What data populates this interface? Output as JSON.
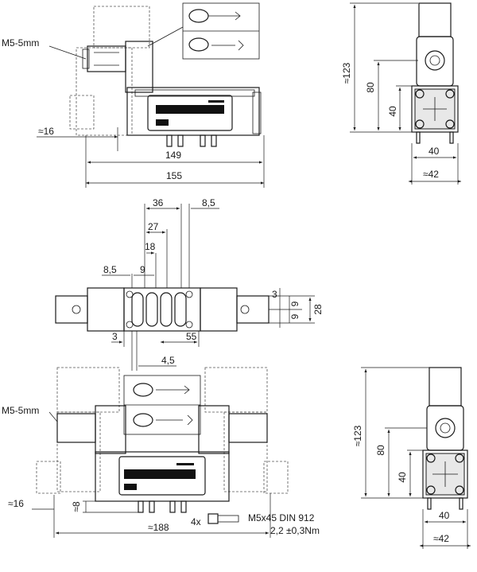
{
  "top_view": {
    "thread_label": "M5-5mm",
    "dim_offset": "≈16",
    "dim_body": "149",
    "dim_total": "155"
  },
  "right_view_top": {
    "dim_height": "≈123",
    "dim_80": "80",
    "dim_40v": "40",
    "dim_40h": "40",
    "dim_42": "≈42"
  },
  "plan_view": {
    "dim_36": "36",
    "dim_8_5_top": "8,5",
    "dim_27": "27",
    "dim_18": "18",
    "dim_8_5_left": "8,5",
    "dim_9_top": "9",
    "dim_3_right": "3",
    "dim_9_a": "9",
    "dim_9_b": "9",
    "dim_28": "28",
    "dim_3_bottom": "3",
    "dim_55": "55",
    "dim_4_5": "4,5"
  },
  "bottom_view": {
    "thread_label": "M5-5mm",
    "dim_offset": "≈16",
    "dim_8": "≈8",
    "dim_total": "≈188",
    "screw_count": "4x",
    "screw_spec": "M5x45 DIN 912",
    "torque": "2,2 ±0,3Nm"
  },
  "right_view_bottom": {
    "dim_height": "≈123",
    "dim_80": "80",
    "dim_40v": "40",
    "dim_40h": "40",
    "dim_42": "≈42"
  }
}
